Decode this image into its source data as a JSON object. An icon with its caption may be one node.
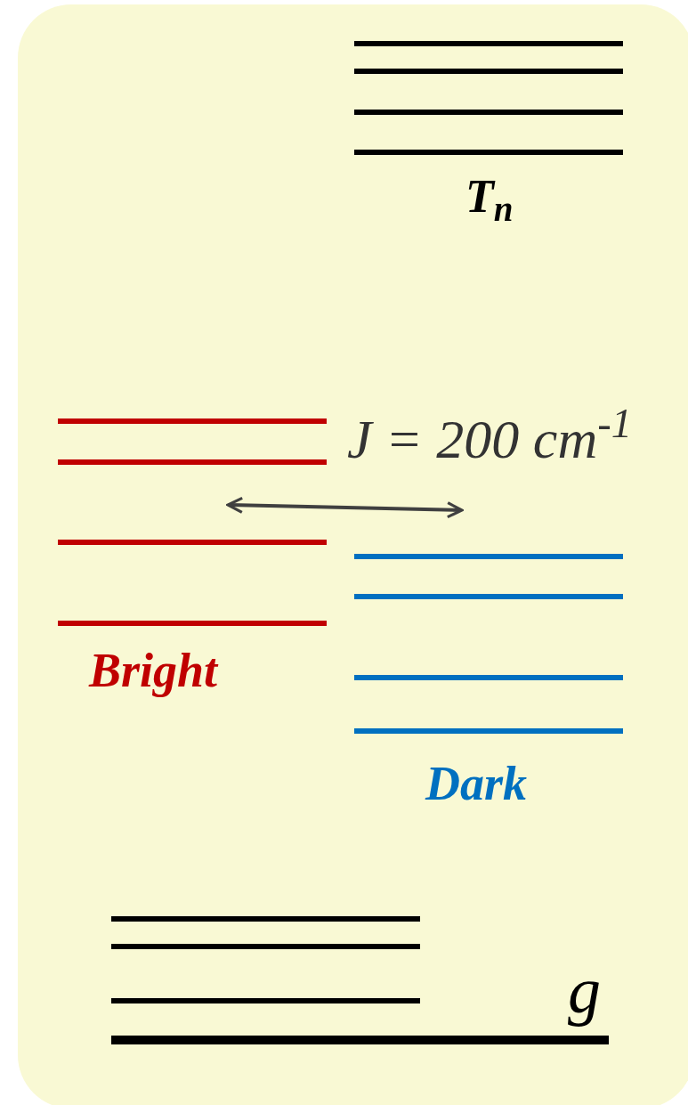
{
  "diagram": {
    "nodes": [
      {
        "text": [
          "T$_{n}$"
        ]
      },
      {
        "text": [
          "Bright"
        ]
      },
      {
        "text": [
          "Dark"
        ]
      },
      {
        "text": [
          "g"
        ]
      }
    ],
    "edges": [
      {
        "from": 1,
        "to": 2,
        "arrow": "both",
        "label": "J = 200 cm$^{-1}$"
      }
    ]
  }
}
